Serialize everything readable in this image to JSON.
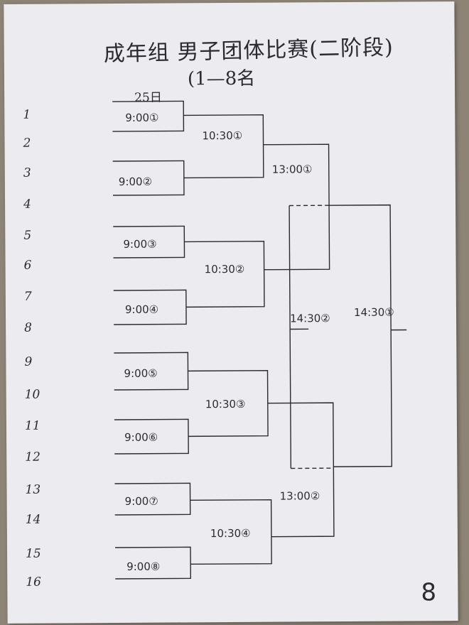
{
  "header": {
    "title": "成年组 男子团体比赛(二阶段)",
    "subtitle": "(1—8名",
    "date_label": "25日"
  },
  "seeds": [
    "1",
    "2",
    "3",
    "4",
    "5",
    "6",
    "7",
    "8",
    "9",
    "10",
    "11",
    "12",
    "13",
    "14",
    "15",
    "16"
  ],
  "round1": [
    "9:00①",
    "9:00②",
    "9:00③",
    "9:00④",
    "9:00⑤",
    "9:00⑥",
    "9:00⑦",
    "9:00⑧"
  ],
  "round2": [
    "10:30①",
    "10:30②",
    "10:30③",
    "10:30④"
  ],
  "semifinal": [
    "13:00①",
    "13:00②"
  ],
  "third_place": "14:30②",
  "final": "14:30①",
  "page_number": "8",
  "colors": {
    "paper": "#ecebef",
    "ink": "#2a2a33",
    "background": "#8d8476"
  }
}
